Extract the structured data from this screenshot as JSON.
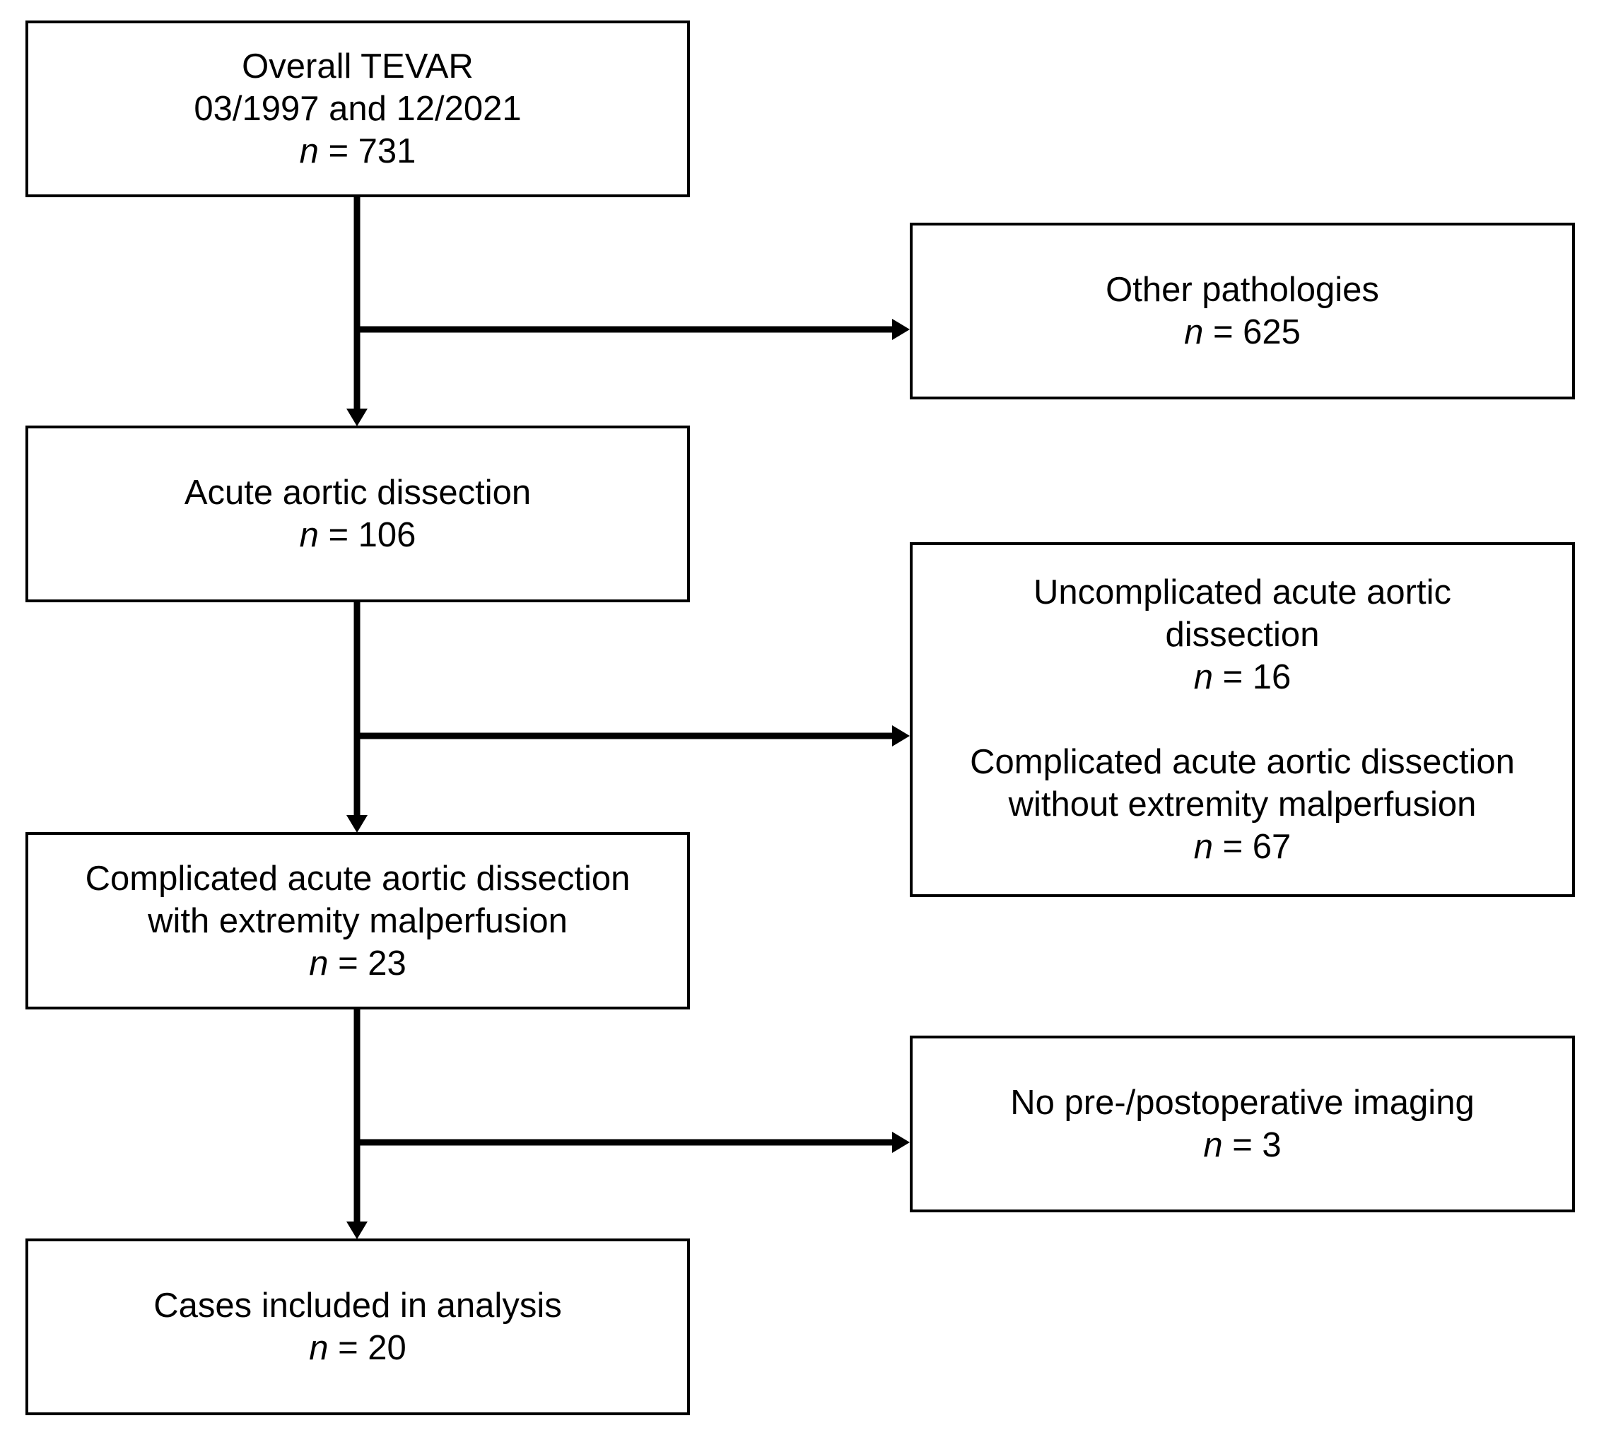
{
  "boxes": {
    "overall": {
      "title_lines": [
        "Overall TEVAR",
        "03/1997 and 12/2021"
      ],
      "n_var": "n",
      "n_text": " = 731"
    },
    "other": {
      "title_lines": [
        "Other pathologies"
      ],
      "n_var": "n",
      "n_text": " = 625"
    },
    "acute": {
      "title_lines": [
        "Acute aortic dissection"
      ],
      "n_var": "n",
      "n_text": " = 106"
    },
    "excluded_2": {
      "group1_lines": [
        "Uncomplicated acute aortic",
        "dissection"
      ],
      "n1_var": "n",
      "n1_text": " = 16",
      "group2_lines": [
        "Complicated acute aortic dissection",
        "without extremity malperfusion"
      ],
      "n2_var": "n",
      "n2_text": " = 67"
    },
    "complicated": {
      "title_lines": [
        "Complicated acute aortic dissection",
        "with extremity malperfusion"
      ],
      "n_var": "n",
      "n_text": " = 23"
    },
    "no_imaging": {
      "title_lines": [
        "No pre-/postoperative imaging"
      ],
      "n_var": "n",
      "n_text": " = 3"
    },
    "included": {
      "title_lines": [
        "Cases included in analysis"
      ],
      "n_var": "n",
      "n_text": " = 20"
    }
  }
}
